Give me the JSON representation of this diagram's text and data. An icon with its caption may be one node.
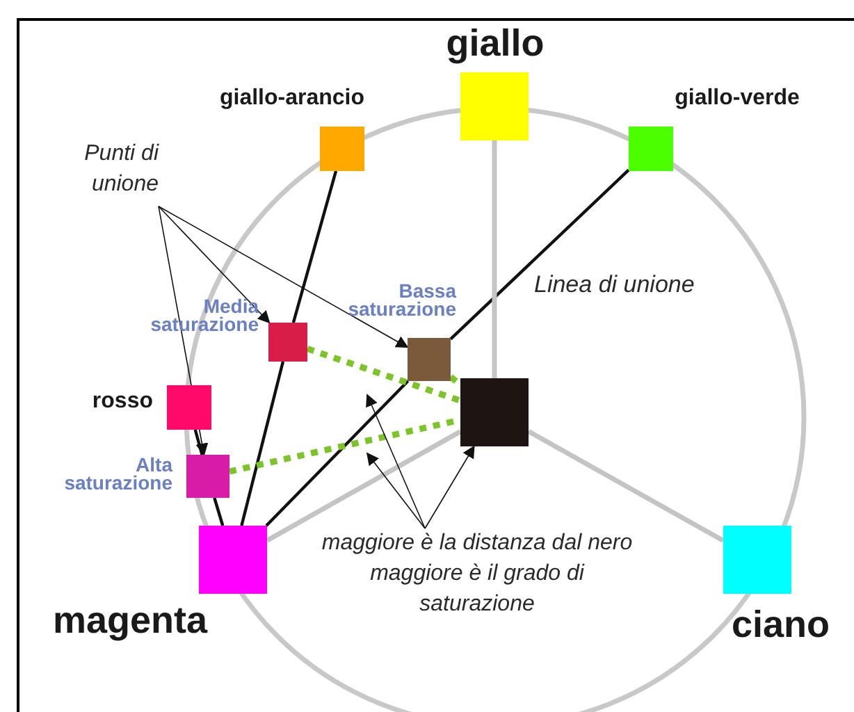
{
  "diagram": {
    "nodes": [
      {
        "text": [
          "giallo"
        ]
      },
      {
        "text": [
          "giallo-arancio"
        ]
      },
      {
        "text": [
          "giallo-verde"
        ]
      },
      {
        "text": [
          "rosso"
        ]
      },
      {
        "text": [
          "magenta"
        ]
      },
      {
        "text": [
          "ciano"
        ]
      },
      {
        "text": [],
        "shape": "box"
      },
      {
        "text": [
          "Media saturazione"
        ]
      },
      {
        "text": [
          "Bassa saturazione"
        ]
      },
      {
        "text": [
          "Alta saturazione"
        ]
      },
      {
        "text": [
          "Punti di unione"
        ]
      },
      {
        "text": [
          "maggiore è la distanza dal nero maggiore è il grado di saturazione"
        ]
      }
    ],
    "edges": [
      {
        "from": 1,
        "to": 7,
        "arrow": "none"
      },
      {
        "from": 7,
        "to": 4,
        "arrow": "none"
      },
      {
        "from": 2,
        "to": 8,
        "arrow": "none"
      },
      {
        "from": 8,
        "to": 4,
        "arrow": "none"
      },
      {
        "from": 3,
        "to": 9,
        "arrow": "none"
      },
      {
        "from": 9,
        "to": 4,
        "arrow": "none"
      },
      {
        "from": 0,
        "to": 6,
        "arrow": "none",
        "color": "#c4c4c4"
      },
      {
        "from": 6,
        "to": 4,
        "arrow": "none",
        "color": "#c4c4c4"
      },
      {
        "from": 6,
        "to": 5,
        "arrow": "none",
        "color": "#c4c4c4"
      },
      {
        "from": 7,
        "to": 6,
        "arrow": "none",
        "style": "dashed",
        "color": "#7dc42a"
      },
      {
        "from": 8,
        "to": 6,
        "arrow": "none",
        "style": "dashed",
        "color": "#7dc42a"
      },
      {
        "from": 9,
        "to": 6,
        "arrow": "none",
        "style": "dashed",
        "color": "#7dc42a"
      },
      {
        "from": 10,
        "to": 7,
        "arrow": "to"
      },
      {
        "from": 10,
        "to": 8,
        "arrow": "to"
      },
      {
        "from": 10,
        "to": 9,
        "arrow": "to"
      },
      {
        "from": 11,
        "to": null,
        "arrow": "to"
      },
      {
        "from": 11,
        "to": null,
        "arrow": "to"
      },
      {
        "from": 11,
        "to": 6,
        "arrow": "to"
      }
    ],
    "labels": [
      "Linea di unione"
    ]
  }
}
